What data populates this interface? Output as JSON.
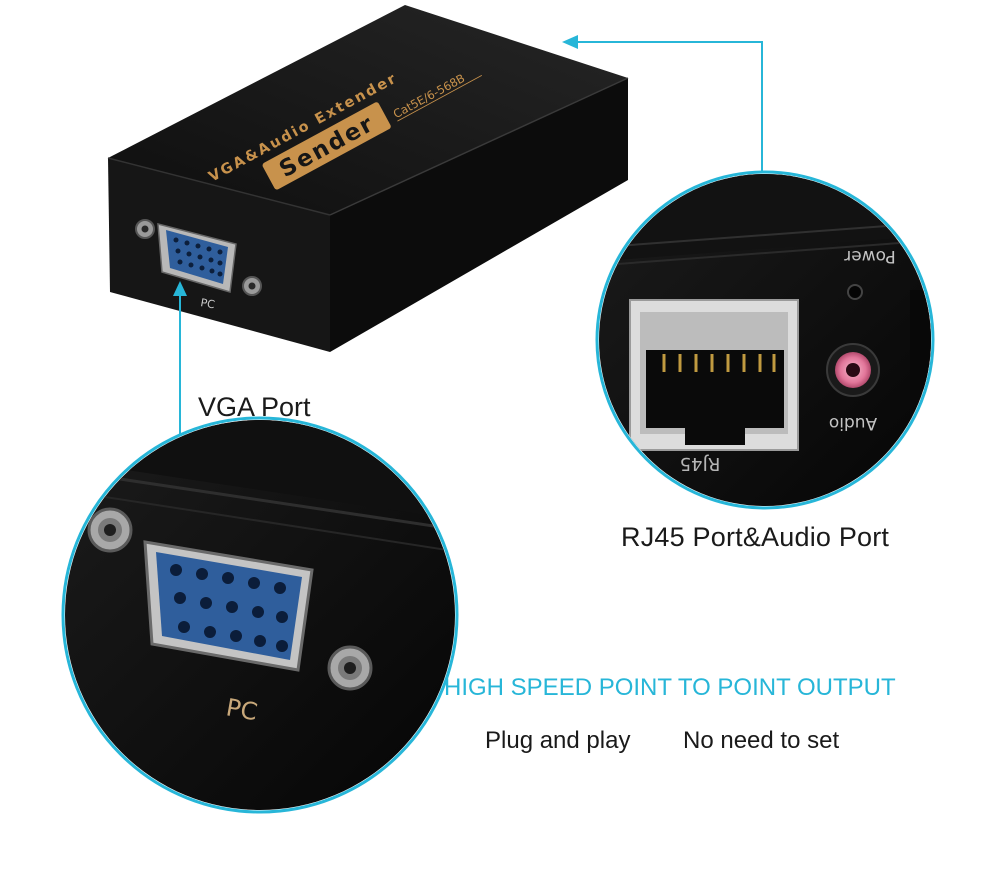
{
  "device": {
    "model_text": "VGA&Audio Extender",
    "badge_text": "Sender",
    "spec_text": "Cat5E/6-568B",
    "pc_label": "PC"
  },
  "vga_zoom": {
    "pc_label": "PC"
  },
  "rj_zoom": {
    "power_label": "Power",
    "audio_label": "Audio",
    "rj45_label": "RJ45"
  },
  "captions": {
    "vga_port": "VGA Port",
    "rj45_audio": "RJ45 Port&Audio Port",
    "high_speed": "HIGH SPEED POINT TO POINT OUTPUT",
    "plug_and_play": "Plug and play",
    "no_need_to_set": "No need to set"
  },
  "colors": {
    "accent": "#27b6d8",
    "device_body": "#141414",
    "badge_gold": "#c8924c",
    "vga_blue": "#2f5e9c",
    "audio_pink": "#e2769a"
  }
}
